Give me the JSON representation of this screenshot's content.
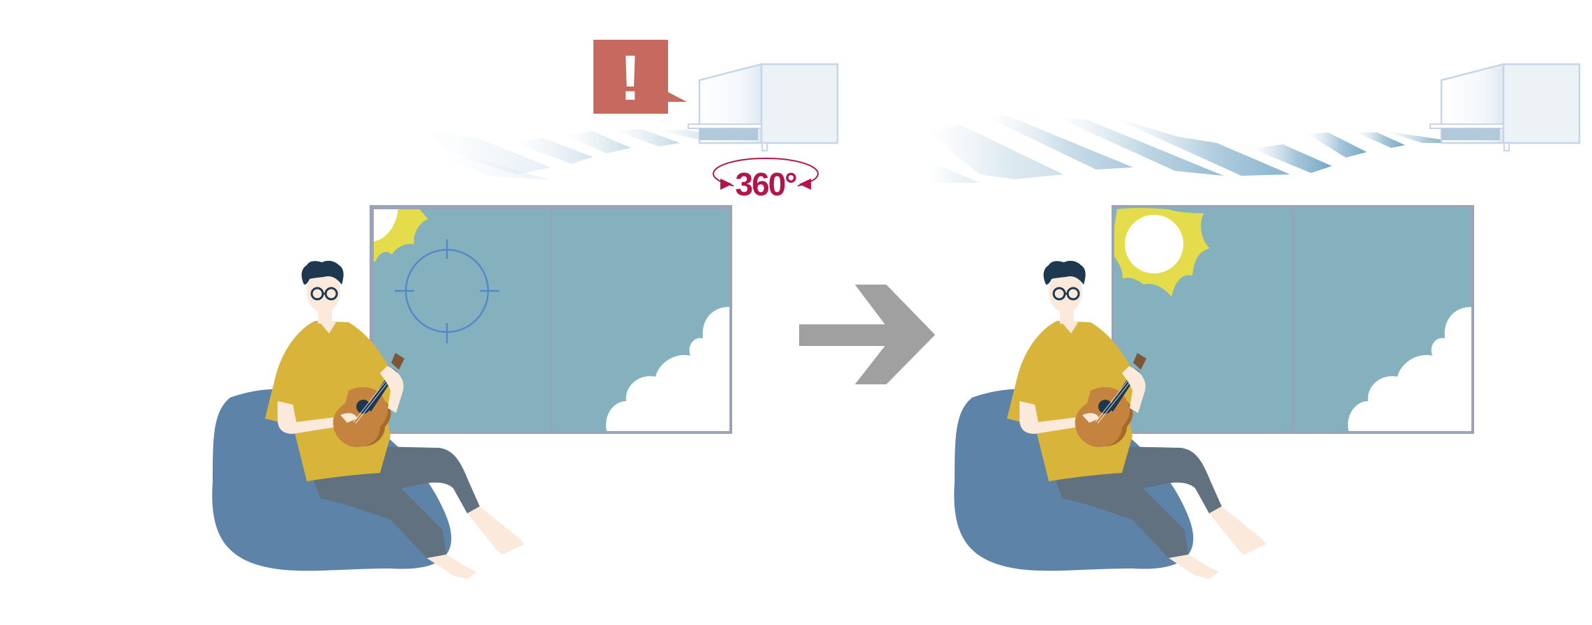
{
  "scene": {
    "description": "Before/after illustration of an air conditioner detecting sunlight position and directing airflow toward the person",
    "colors": {
      "background": "#ffffff",
      "sky": "#84b1bd",
      "window_frame": "#9aa4b6",
      "sun_ray": "#e4dc4b",
      "sun_core": "#ffffff",
      "cloud": "#ffffff",
      "crosshair": "#5588c8",
      "warning": "#c66a60",
      "degree_label": "#b3144b",
      "arrow": "#a0a0a0",
      "beanbag": "#5d83a8",
      "shirt": "#d9b43a",
      "pants": "#61717f",
      "skin": "#fbeadb",
      "hair": "#1e3850",
      "ukulele": "#c48440",
      "ukulele_dark": "#a66b2c",
      "ukulele_head": "#7c5636",
      "ac_outline": "#c6d6e8",
      "ac_side": "#edf2f7",
      "airflow_light": "#e6eef5",
      "airflow_dark": "#78a9c7"
    }
  },
  "before": {
    "warning_icon": "exclamation-icon",
    "warning_label": "!",
    "rotation_label": "360°",
    "rotation_icon": "rotate-360-icon",
    "sensor_icon": "crosshair-icon",
    "sun_state": "partially-visible"
  },
  "transition": {
    "arrow_icon": "arrow-right-icon"
  },
  "after": {
    "sun_state": "fully-visible",
    "airflow_state": "directed-toward-person"
  }
}
